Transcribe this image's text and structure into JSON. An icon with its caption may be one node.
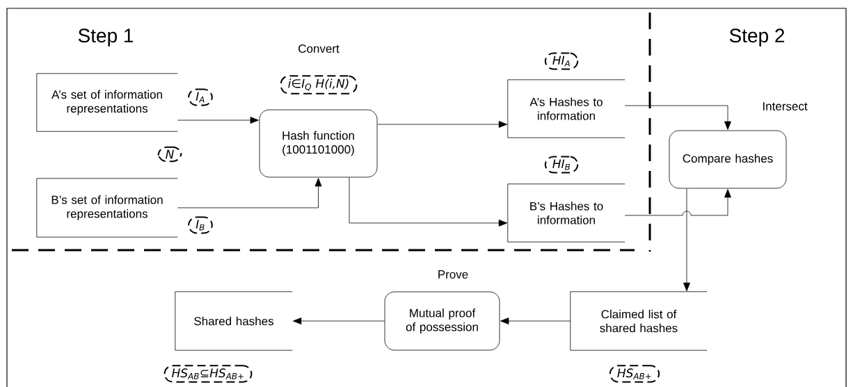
{
  "diagram": {
    "nodes": [
      {
        "text": [
          "A’s set of information representations"
        ]
      },
      {
        "text": [
          "B’s set of information representations"
        ]
      },
      {
        "text": [
          "Hash function (1001101000)"
        ]
      },
      {
        "text": [
          "A’s Hashes to information"
        ]
      },
      {
        "text": [
          "B’s Hashes to information"
        ]
      },
      {
        "text": [
          "Compare hashes"
        ]
      },
      {
        "text": [
          "Claimed list of shared hashes"
        ]
      },
      {
        "text": [
          "Mutual proof of possession"
        ]
      },
      {
        "text": [
          "Shared hashes"
        ]
      }
    ],
    "edges": [
      {
        "from": 0,
        "to": 2,
        "arrow": "to"
      },
      {
        "from": 1,
        "to": 2,
        "arrow": "to"
      },
      {
        "from": 2,
        "to": 3,
        "arrow": "to"
      },
      {
        "from": 2,
        "to": 4,
        "arrow": "to"
      },
      {
        "from": 3,
        "to": 5,
        "arrow": "to"
      },
      {
        "from": 4,
        "to": 5,
        "arrow": "to"
      },
      {
        "from": 5,
        "to": 6,
        "arrow": "to"
      },
      {
        "from": 6,
        "to": 7,
        "arrow": "to"
      },
      {
        "from": 7,
        "to": 8,
        "arrow": "to"
      }
    ],
    "labels": [
      "Step 1",
      "Convert",
      "i∈I$_{Q}$ H(i,N)",
      "Step 2",
      "HI$_{A}$",
      "I$_{A}$",
      "Intersect",
      "N",
      "HI$_{B}$",
      "I$_{B}$",
      "Prove",
      "HS$_{AB}$⊆HS$_{AB+}$",
      "HS$_{AB+}$"
    ]
  }
}
